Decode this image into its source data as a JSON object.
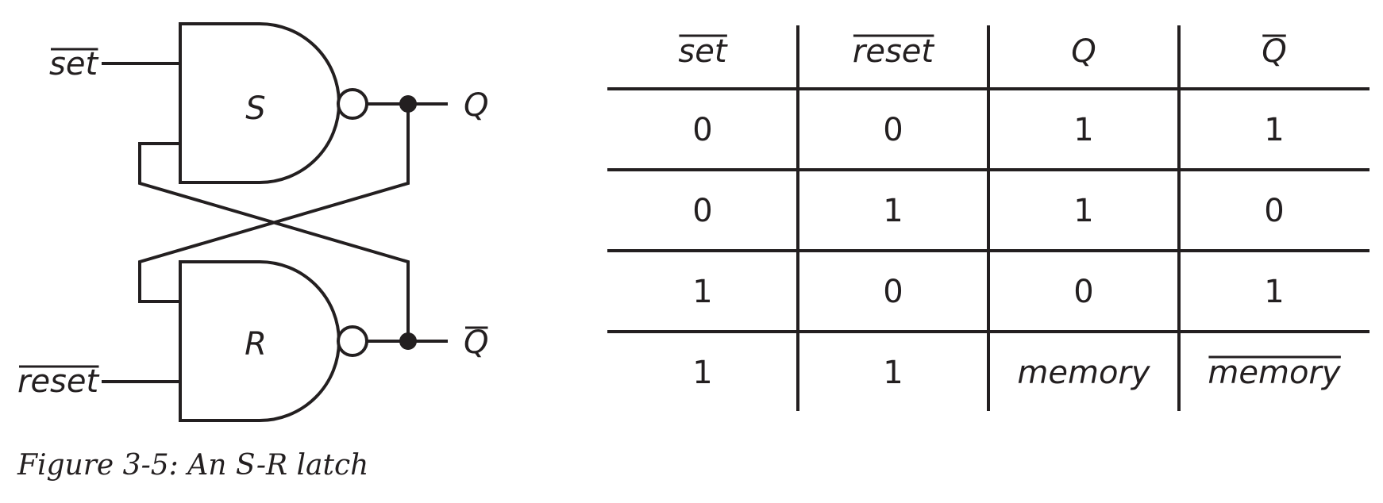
{
  "circuit": {
    "inputs": {
      "set": "set",
      "reset": "reset"
    },
    "gates": {
      "top": "S",
      "bottom": "R"
    },
    "outputs": {
      "q": "Q",
      "q_bar": "Q"
    }
  },
  "truth_table": {
    "headers": [
      {
        "text": "set",
        "overline": true,
        "italic": true
      },
      {
        "text": "reset",
        "overline": true,
        "italic": true
      },
      {
        "text": "Q",
        "overline": false,
        "italic": true
      },
      {
        "text": "Q",
        "overline": true,
        "italic": true
      }
    ],
    "rows": [
      [
        {
          "text": "0"
        },
        {
          "text": "0"
        },
        {
          "text": "1"
        },
        {
          "text": "1"
        }
      ],
      [
        {
          "text": "0"
        },
        {
          "text": "1"
        },
        {
          "text": "1"
        },
        {
          "text": "0"
        }
      ],
      [
        {
          "text": "1"
        },
        {
          "text": "0"
        },
        {
          "text": "0"
        },
        {
          "text": "1"
        }
      ],
      [
        {
          "text": "1"
        },
        {
          "text": "1"
        },
        {
          "text": "memory",
          "italic": true
        },
        {
          "text": "memory",
          "italic": true,
          "overline": true
        }
      ]
    ]
  },
  "caption": "Figure 3-5: An S-R latch"
}
